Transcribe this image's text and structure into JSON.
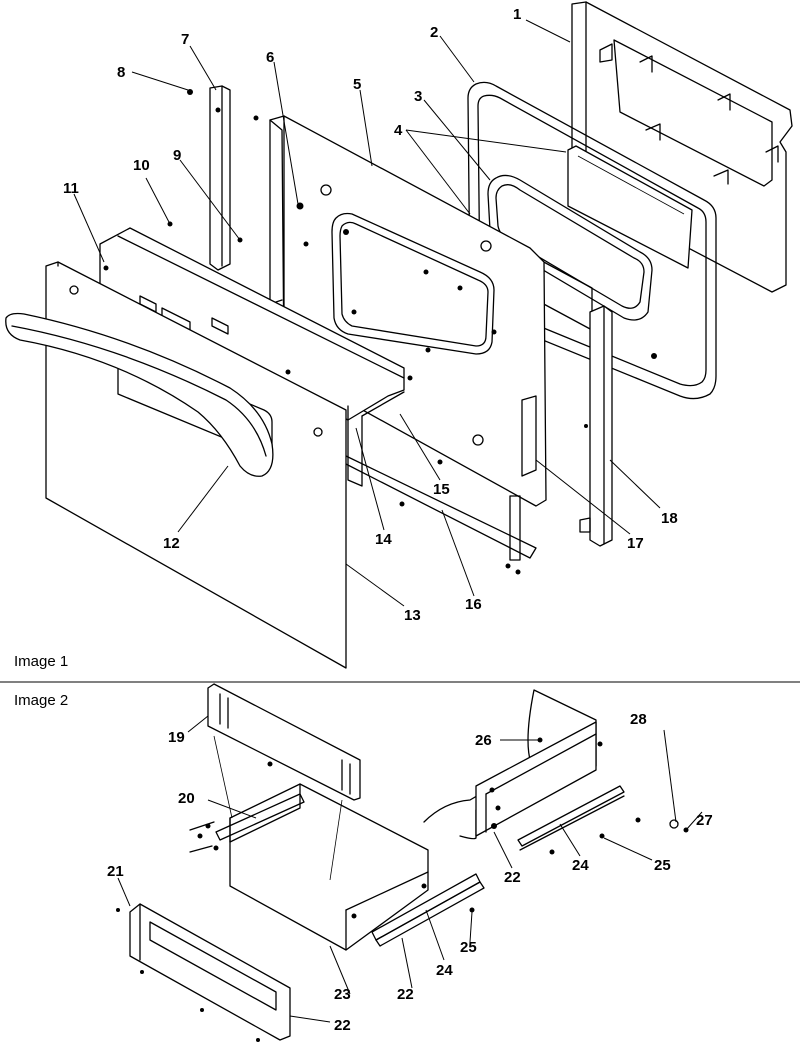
{
  "sections": [
    {
      "caption": "Image 1"
    },
    {
      "caption": "Image 2"
    }
  ],
  "callouts": {
    "c1": "1",
    "c2": "2",
    "c3": "3",
    "c4": "4",
    "c5": "5",
    "c6": "6",
    "c7": "7",
    "c8": "8",
    "c9": "9",
    "c10": "10",
    "c11": "11",
    "c12": "12",
    "c13": "13",
    "c14": "14",
    "c15": "15",
    "c16": "16",
    "c17": "17",
    "c18": "18",
    "c19": "19",
    "c20": "20",
    "c21": "21",
    "c22a": "22",
    "c22b": "22",
    "c22c": "22",
    "c23": "23",
    "c24a": "24",
    "c24b": "24",
    "c25a": "25",
    "c25b": "25",
    "c26": "26",
    "c27": "27",
    "c28": "28"
  }
}
